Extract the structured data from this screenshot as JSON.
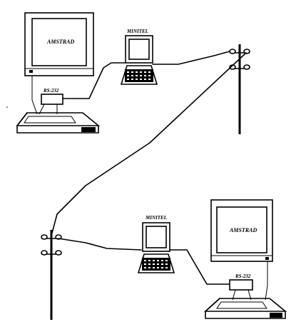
{
  "labels": {
    "top_computer": "AMSTRAD",
    "top_modem": "RS-232",
    "top_terminal": "MINITEL",
    "bottom_terminal": "MINITEL",
    "bottom_computer": "AMSTRAD",
    "bottom_modem": "RS-232"
  }
}
